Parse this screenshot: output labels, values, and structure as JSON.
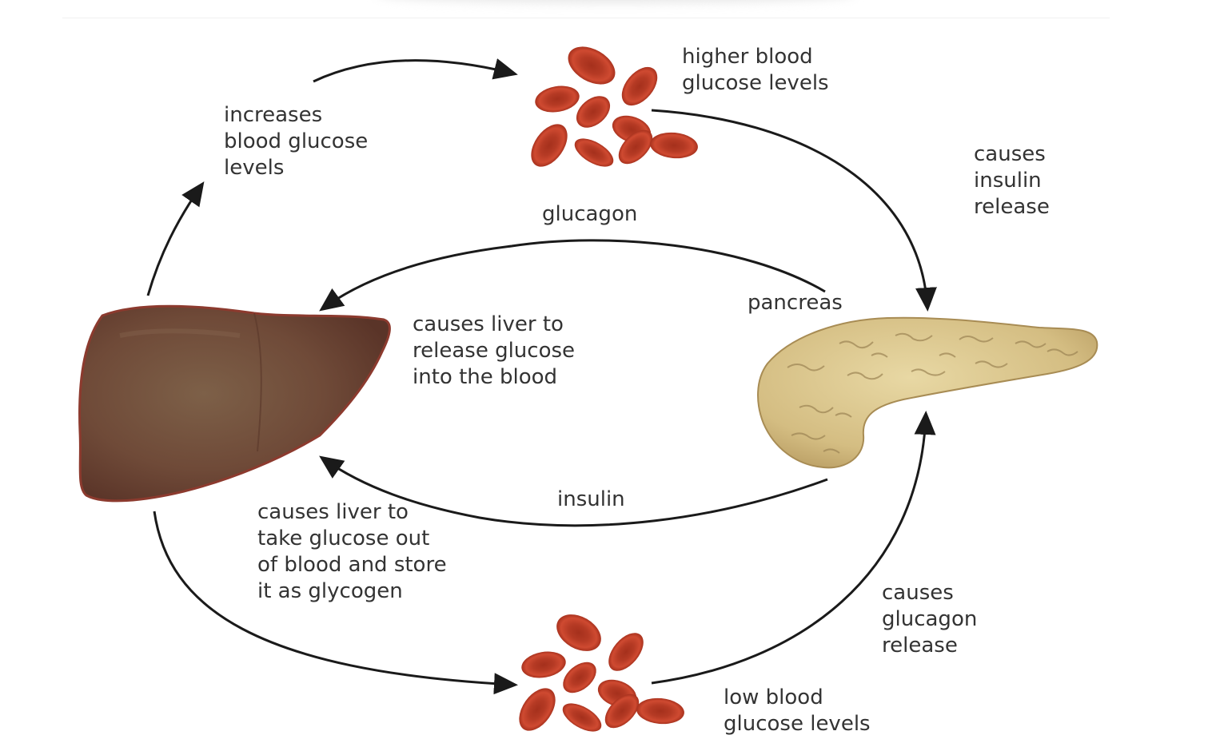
{
  "labels": {
    "increases": "increases\nblood glucose\nlevels",
    "higher_blood_glucose": "higher blood\nglucose levels",
    "causes_insulin_release": "causes\ninsulin\nrelease",
    "glucagon": "glucagon",
    "pancreas": "pancreas",
    "causes_liver_release": "causes liver to\nrelease glucose\ninto the blood",
    "insulin": "insulin",
    "causes_liver_take": "causes liver to\ntake glucose out\nof blood and store\nit as glycogen",
    "causes_glucagon_release": "causes\nglucagon\nrelease",
    "low_blood_glucose": "low blood\nglucose levels"
  },
  "colors": {
    "arrow": "#1a1a1a",
    "text": "#333333",
    "liver": "#7a4e3c",
    "liver_edge": "#8c3a2e",
    "blood_cell": "#c8442c",
    "blood_cell_center": "#a5301c",
    "pancreas": "#d8c48c",
    "pancreas_shadow": "#9c8454"
  }
}
